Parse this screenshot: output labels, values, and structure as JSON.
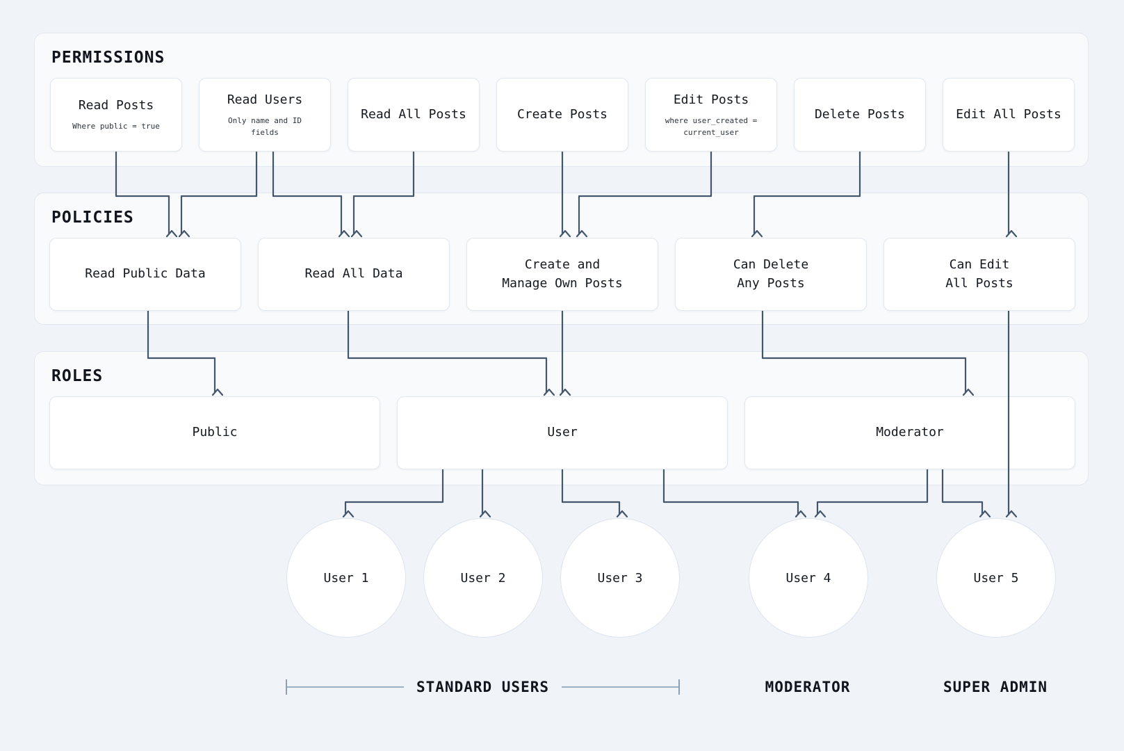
{
  "sections": {
    "permissions": {
      "title": "PERMISSIONS"
    },
    "policies": {
      "title": "POLICIES"
    },
    "roles": {
      "title": "ROLES"
    }
  },
  "permissions": [
    {
      "id": "read-posts",
      "label": "Read Posts",
      "sublabel": "Where public = true"
    },
    {
      "id": "read-users",
      "label": "Read Users",
      "sublabel": "Only name and ID fields"
    },
    {
      "id": "read-all-posts",
      "label": "Read All Posts",
      "sublabel": ""
    },
    {
      "id": "create-posts",
      "label": "Create Posts",
      "sublabel": ""
    },
    {
      "id": "edit-posts",
      "label": "Edit Posts",
      "sublabel": "where user_created = current_user"
    },
    {
      "id": "delete-posts",
      "label": "Delete Posts",
      "sublabel": ""
    },
    {
      "id": "edit-all-posts",
      "label": "Edit All Posts",
      "sublabel": ""
    }
  ],
  "policies": [
    {
      "id": "read-public-data",
      "line1": "Read Public Data",
      "line2": ""
    },
    {
      "id": "read-all-data",
      "line1": "Read All Data",
      "line2": ""
    },
    {
      "id": "create-and-manage-own-posts",
      "line1": "Create and",
      "line2": "Manage Own Posts"
    },
    {
      "id": "can-delete-any-posts",
      "line1": "Can Delete",
      "line2": "Any Posts"
    },
    {
      "id": "can-edit-all-posts",
      "line1": "Can Edit",
      "line2": "All Posts"
    }
  ],
  "roles": [
    {
      "id": "public",
      "label": "Public"
    },
    {
      "id": "user",
      "label": "User"
    },
    {
      "id": "moderator",
      "label": "Moderator"
    }
  ],
  "end_users": [
    {
      "id": "user-1",
      "label": "User 1"
    },
    {
      "id": "user-2",
      "label": "User 2"
    },
    {
      "id": "user-3",
      "label": "User 3"
    },
    {
      "id": "user-4",
      "label": "User 4"
    },
    {
      "id": "user-5",
      "label": "User 5"
    }
  ],
  "group_labels": [
    {
      "id": "standard-users",
      "label": "STANDARD USERS"
    },
    {
      "id": "moderator",
      "label": "MODERATOR"
    },
    {
      "id": "super-admin",
      "label": "SUPER ADMIN"
    }
  ],
  "edges": [
    {
      "from": "read-posts",
      "to": "read-public-data"
    },
    {
      "from": "read-users",
      "to": "read-public-data"
    },
    {
      "from": "read-users",
      "to": "read-all-data"
    },
    {
      "from": "read-all-posts",
      "to": "read-all-data"
    },
    {
      "from": "create-posts",
      "to": "create-and-manage-own-posts"
    },
    {
      "from": "edit-posts",
      "to": "create-and-manage-own-posts"
    },
    {
      "from": "delete-posts",
      "to": "can-delete-any-posts"
    },
    {
      "from": "edit-all-posts",
      "to": "can-edit-all-posts"
    },
    {
      "from": "read-public-data",
      "to": "public"
    },
    {
      "from": "read-all-data",
      "to": "user"
    },
    {
      "from": "create-and-manage-own-posts",
      "to": "user"
    },
    {
      "from": "can-delete-any-posts",
      "to": "moderator"
    },
    {
      "from": "can-edit-all-posts",
      "to": "user-5"
    },
    {
      "from": "user",
      "to": "user-1"
    },
    {
      "from": "user",
      "to": "user-2"
    },
    {
      "from": "user",
      "to": "user-3"
    },
    {
      "from": "user",
      "to": "user-4"
    },
    {
      "from": "moderator",
      "to": "user-4"
    },
    {
      "from": "moderator",
      "to": "user-5"
    }
  ],
  "colors": {
    "page_bg": "#f0f4f8",
    "panel_bg": "#f8fafc",
    "panel_border": "#e2e8f0",
    "node_bg": "#ffffff",
    "node_border": "#e2e8f0",
    "connector": "#44566c",
    "bracket": "#9db1c4",
    "text": "#14181f"
  }
}
